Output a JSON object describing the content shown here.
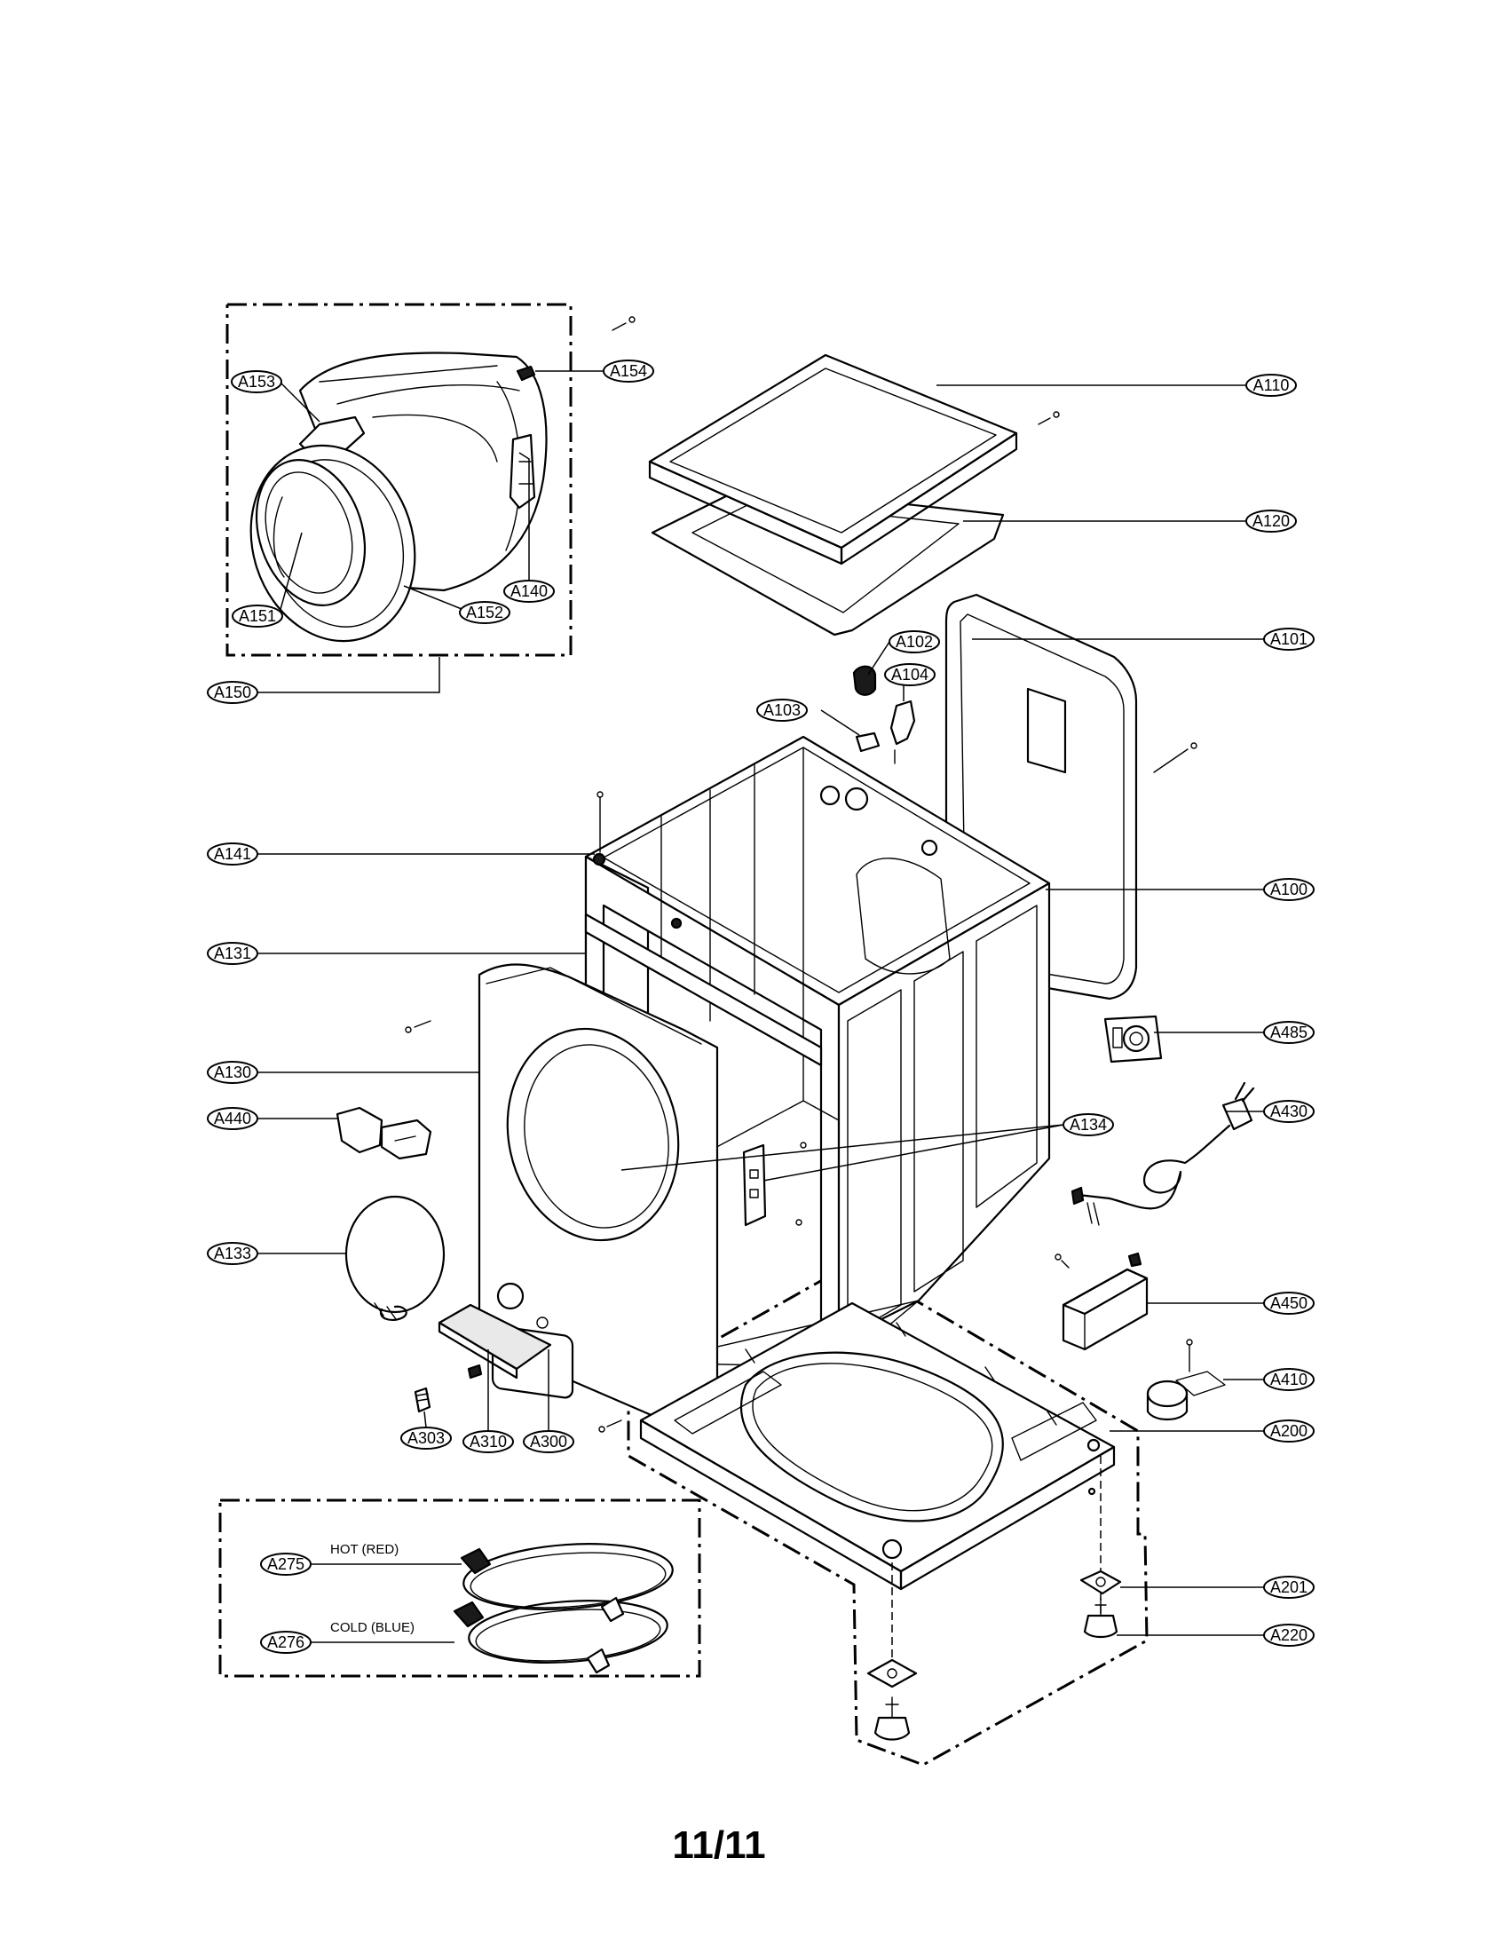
{
  "page_number": "11/11",
  "callouts": {
    "A153": "A153",
    "A154": "A154",
    "A110": "A110",
    "A120": "A120",
    "A140": "A140",
    "A151": "A151",
    "A152": "A152",
    "A150": "A150",
    "A102": "A102",
    "A101": "A101",
    "A104": "A104",
    "A103": "A103",
    "A141": "A141",
    "A100": "A100",
    "A131": "A131",
    "A130": "A130",
    "A485": "A485",
    "A440": "A440",
    "A134": "A134",
    "A430": "A430",
    "A133": "A133",
    "A450": "A450",
    "A410": "A410",
    "A303": "A303",
    "A310": "A310",
    "A300": "A300",
    "A200": "A200",
    "A275": "A275",
    "A276": "A276",
    "A201": "A201",
    "A220": "A220"
  },
  "hose_labels": {
    "hot": "HOT (RED)",
    "cold": "COLD (BLUE)"
  }
}
